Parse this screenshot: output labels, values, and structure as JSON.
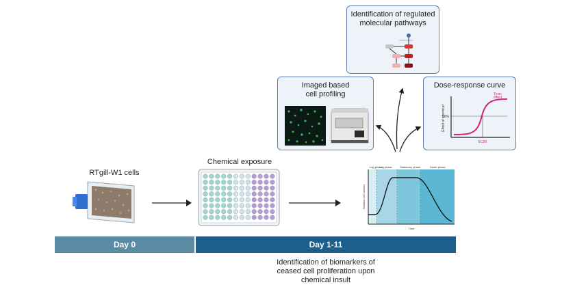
{
  "cells_label": "RTgill-W1 cells",
  "exposure_label": "Chemical exposure",
  "timeline": {
    "day0": "Day 0",
    "day1_11": "Day 1-11"
  },
  "bottom_caption": [
    "Identification of biomarkers of",
    "ceased cell proliferation upon",
    "chemical insult"
  ],
  "pathways_box": {
    "title_lines": [
      "Identification of regulated",
      "molecular pathways"
    ]
  },
  "profiling_box": {
    "title_lines": [
      "Imaged based",
      "cell profiling"
    ]
  },
  "dose_box": {
    "title": "Dose-response curve",
    "ylabel": "Effect of chemical",
    "tick_50": "50%",
    "toxic_effect_lines": [
      "Toxic",
      "effect"
    ],
    "ec_label": "EC50"
  },
  "growth_chart": {
    "phases": [
      "Lag phase",
      "Log phase",
      "Stationary phase",
      "Death phase"
    ],
    "xlabel": "Time",
    "ylabel": "Relative cell number"
  },
  "colors": {
    "timeline_day0": "#5b8aa3",
    "timeline_day1": "#1d5f8a",
    "box_border": "#5b7fb3",
    "curve_magenta": "#d6217a",
    "teal_well": "#9fd7d0",
    "purple_well": "#b69ad1"
  }
}
